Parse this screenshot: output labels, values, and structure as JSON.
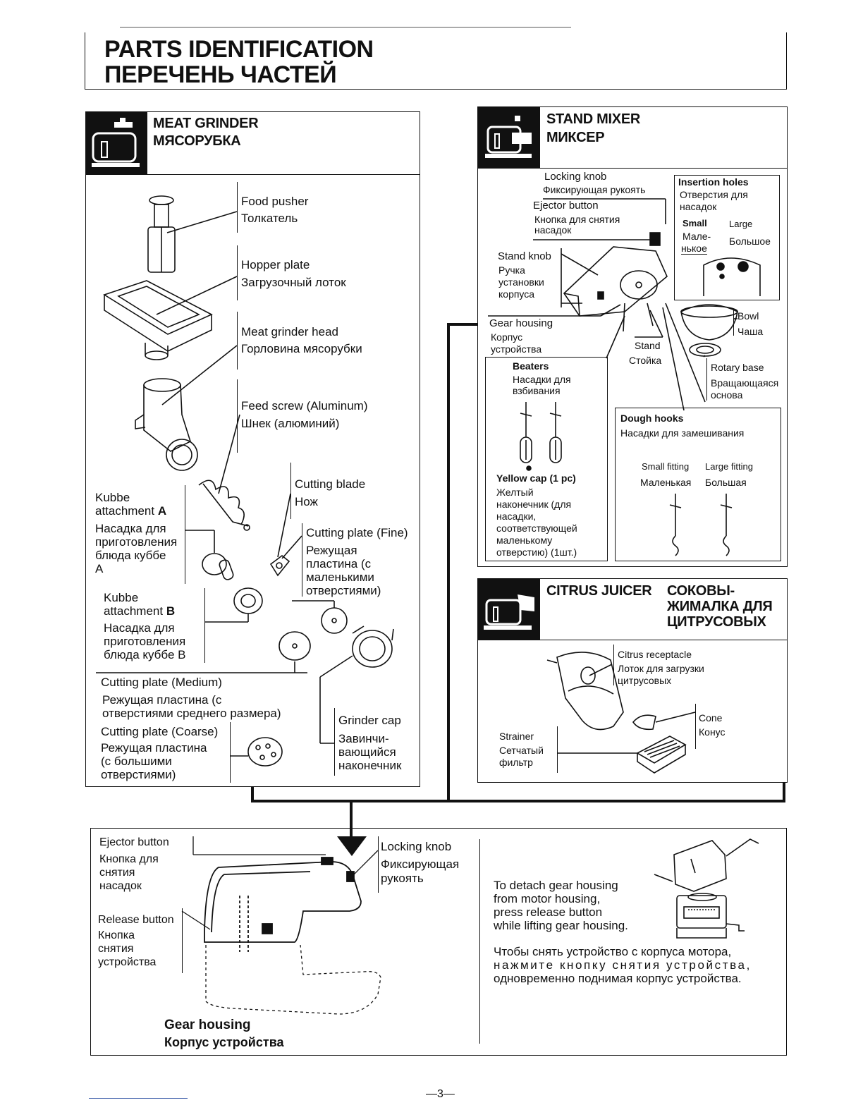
{
  "header": {
    "title_en": "PARTS IDENTIFICATION",
    "title_ru": "ПЕРЕЧЕНЬ ЧАСТЕЙ"
  },
  "meat_grinder": {
    "title_en": "MEAT GRINDER",
    "title_ru": "МЯСОРУБКА",
    "icon": "meat-grinder-icon",
    "food_pusher": {
      "en": "Food pusher",
      "ru": "Толкатель"
    },
    "hopper_plate": {
      "en": "Hopper plate",
      "ru": "Загрузочный лоток"
    },
    "head": {
      "en": "Meat grinder head",
      "ru": "Горловина мясорубки"
    },
    "feed_screw": {
      "en": "Feed screw (Aluminum)",
      "ru": "Шнек (алюминий)"
    },
    "cutting_blade": {
      "en": "Cutting blade",
      "ru": "Нож"
    },
    "kubbe_a": {
      "en1": "Kubbe",
      "en2": "attachment ",
      "en_letter": "A",
      "ru": [
        "Насадка для",
        "приготовления",
        "блюда куббе",
        "А"
      ]
    },
    "cutting_plate_fine": {
      "en": "Cutting plate (Fine)",
      "ru": [
        "Режущая",
        "пластина (с",
        "маленькими",
        "отверстиями)"
      ]
    },
    "kubbe_b": {
      "en1": "Kubbe",
      "en2": "attachment ",
      "en_letter": "B",
      "ru": [
        "Насадка для",
        "приготовления",
        "блюда куббе В"
      ]
    },
    "cutting_plate_medium": {
      "en": "Cutting plate (Medium)",
      "ru": [
        "Режущая пластина (с",
        "отверстиями среднего размера)"
      ]
    },
    "cutting_plate_coarse": {
      "en": "Cutting plate (Coarse)",
      "ru": [
        "Режущая пластина",
        "(с большими",
        "отверстиями)"
      ]
    },
    "grinder_cap": {
      "en": "Grinder cap",
      "ru": [
        "Завинчи-",
        "вающийся",
        "наконечник"
      ]
    }
  },
  "stand_mixer": {
    "title_en": "STAND MIXER",
    "title_ru": "МИКСЕР",
    "icon": "stand-mixer-icon",
    "locking_knob": {
      "en": "Locking knob",
      "ru": "Фиксирующая рукоять"
    },
    "ejector_button": {
      "en": "Ejector button",
      "ru": [
        "Кнопка для снятия",
        "насадок"
      ]
    },
    "insertion_holes": {
      "en": "Insertion holes",
      "ru": [
        "Отверстия для",
        "насадок"
      ],
      "small_en": "Small",
      "large_en": "Large",
      "small_ru": [
        "Мале-",
        "нькое"
      ],
      "large_ru": "Большое"
    },
    "stand_knob": {
      "en": "Stand knob",
      "ru": [
        "Ручка",
        "установки",
        "корпуса"
      ]
    },
    "gear_housing": {
      "en": "Gear housing",
      "ru": [
        "Корпус",
        "устройства"
      ]
    },
    "bowl": {
      "en": "Bowl",
      "ru": "Чаша"
    },
    "stand": {
      "en": "Stand",
      "ru": "Стойка"
    },
    "rotary_base": {
      "en": "Rotary base",
      "ru": [
        "Вращающаяся",
        "основа"
      ]
    },
    "beaters": {
      "en": "Beaters",
      "ru": [
        "Насадки для",
        "взбивания"
      ]
    },
    "yellow_cap": {
      "en": "Yellow cap (1 pc)",
      "ru": [
        "Желтый",
        "наконечник (для",
        "насадки,",
        "соответствующей",
        "маленькому",
        "отверстию) (1шт.)"
      ]
    },
    "dough_hooks": {
      "en": "Dough hooks",
      "ru": "Насадки для замешивания",
      "small_en": "Small fitting",
      "large_en": "Large fitting",
      "small_ru": "Маленькая",
      "large_ru": "Большая"
    }
  },
  "citrus_juicer": {
    "title_en": "CITRUS JUICER",
    "title_ru": [
      "СОКОВЫ-",
      "ЖИМАЛКА ДЛЯ",
      "ЦИТРУСОВЫХ"
    ],
    "icon": "citrus-juicer-icon",
    "receptacle": {
      "en": "Citrus receptacle",
      "ru": [
        "Лоток для загрузки",
        "цитрусовых"
      ]
    },
    "cone": {
      "en": "Cone",
      "ru": "Конус"
    },
    "strainer": {
      "en": "Strainer",
      "ru": [
        "Сетчатый",
        "фильтр"
      ]
    }
  },
  "bottom": {
    "ejector_button": {
      "en": "Ejector button",
      "ru": [
        "Кнопка для",
        "снятия",
        "насадок"
      ]
    },
    "release_button": {
      "en": "Release button",
      "ru": [
        "Кнопка",
        "снятия",
        "устройства"
      ]
    },
    "locking_knob": {
      "en": "Locking knob",
      "ru": [
        "Фиксирующая",
        "рукоять"
      ]
    },
    "gear_housing": {
      "en": "Gear housing",
      "ru": "Корпус устройства"
    },
    "instructions_en": [
      "To detach gear housing",
      "from motor housing,",
      "press release button",
      "while lifting gear housing."
    ],
    "instructions_ru": [
      "Чтобы снять устройство с корпуса мотора,",
      "нажмите кнопку снятия устройства,",
      "одновременно поднимая корпус устройства."
    ]
  },
  "page_number": "—3—"
}
